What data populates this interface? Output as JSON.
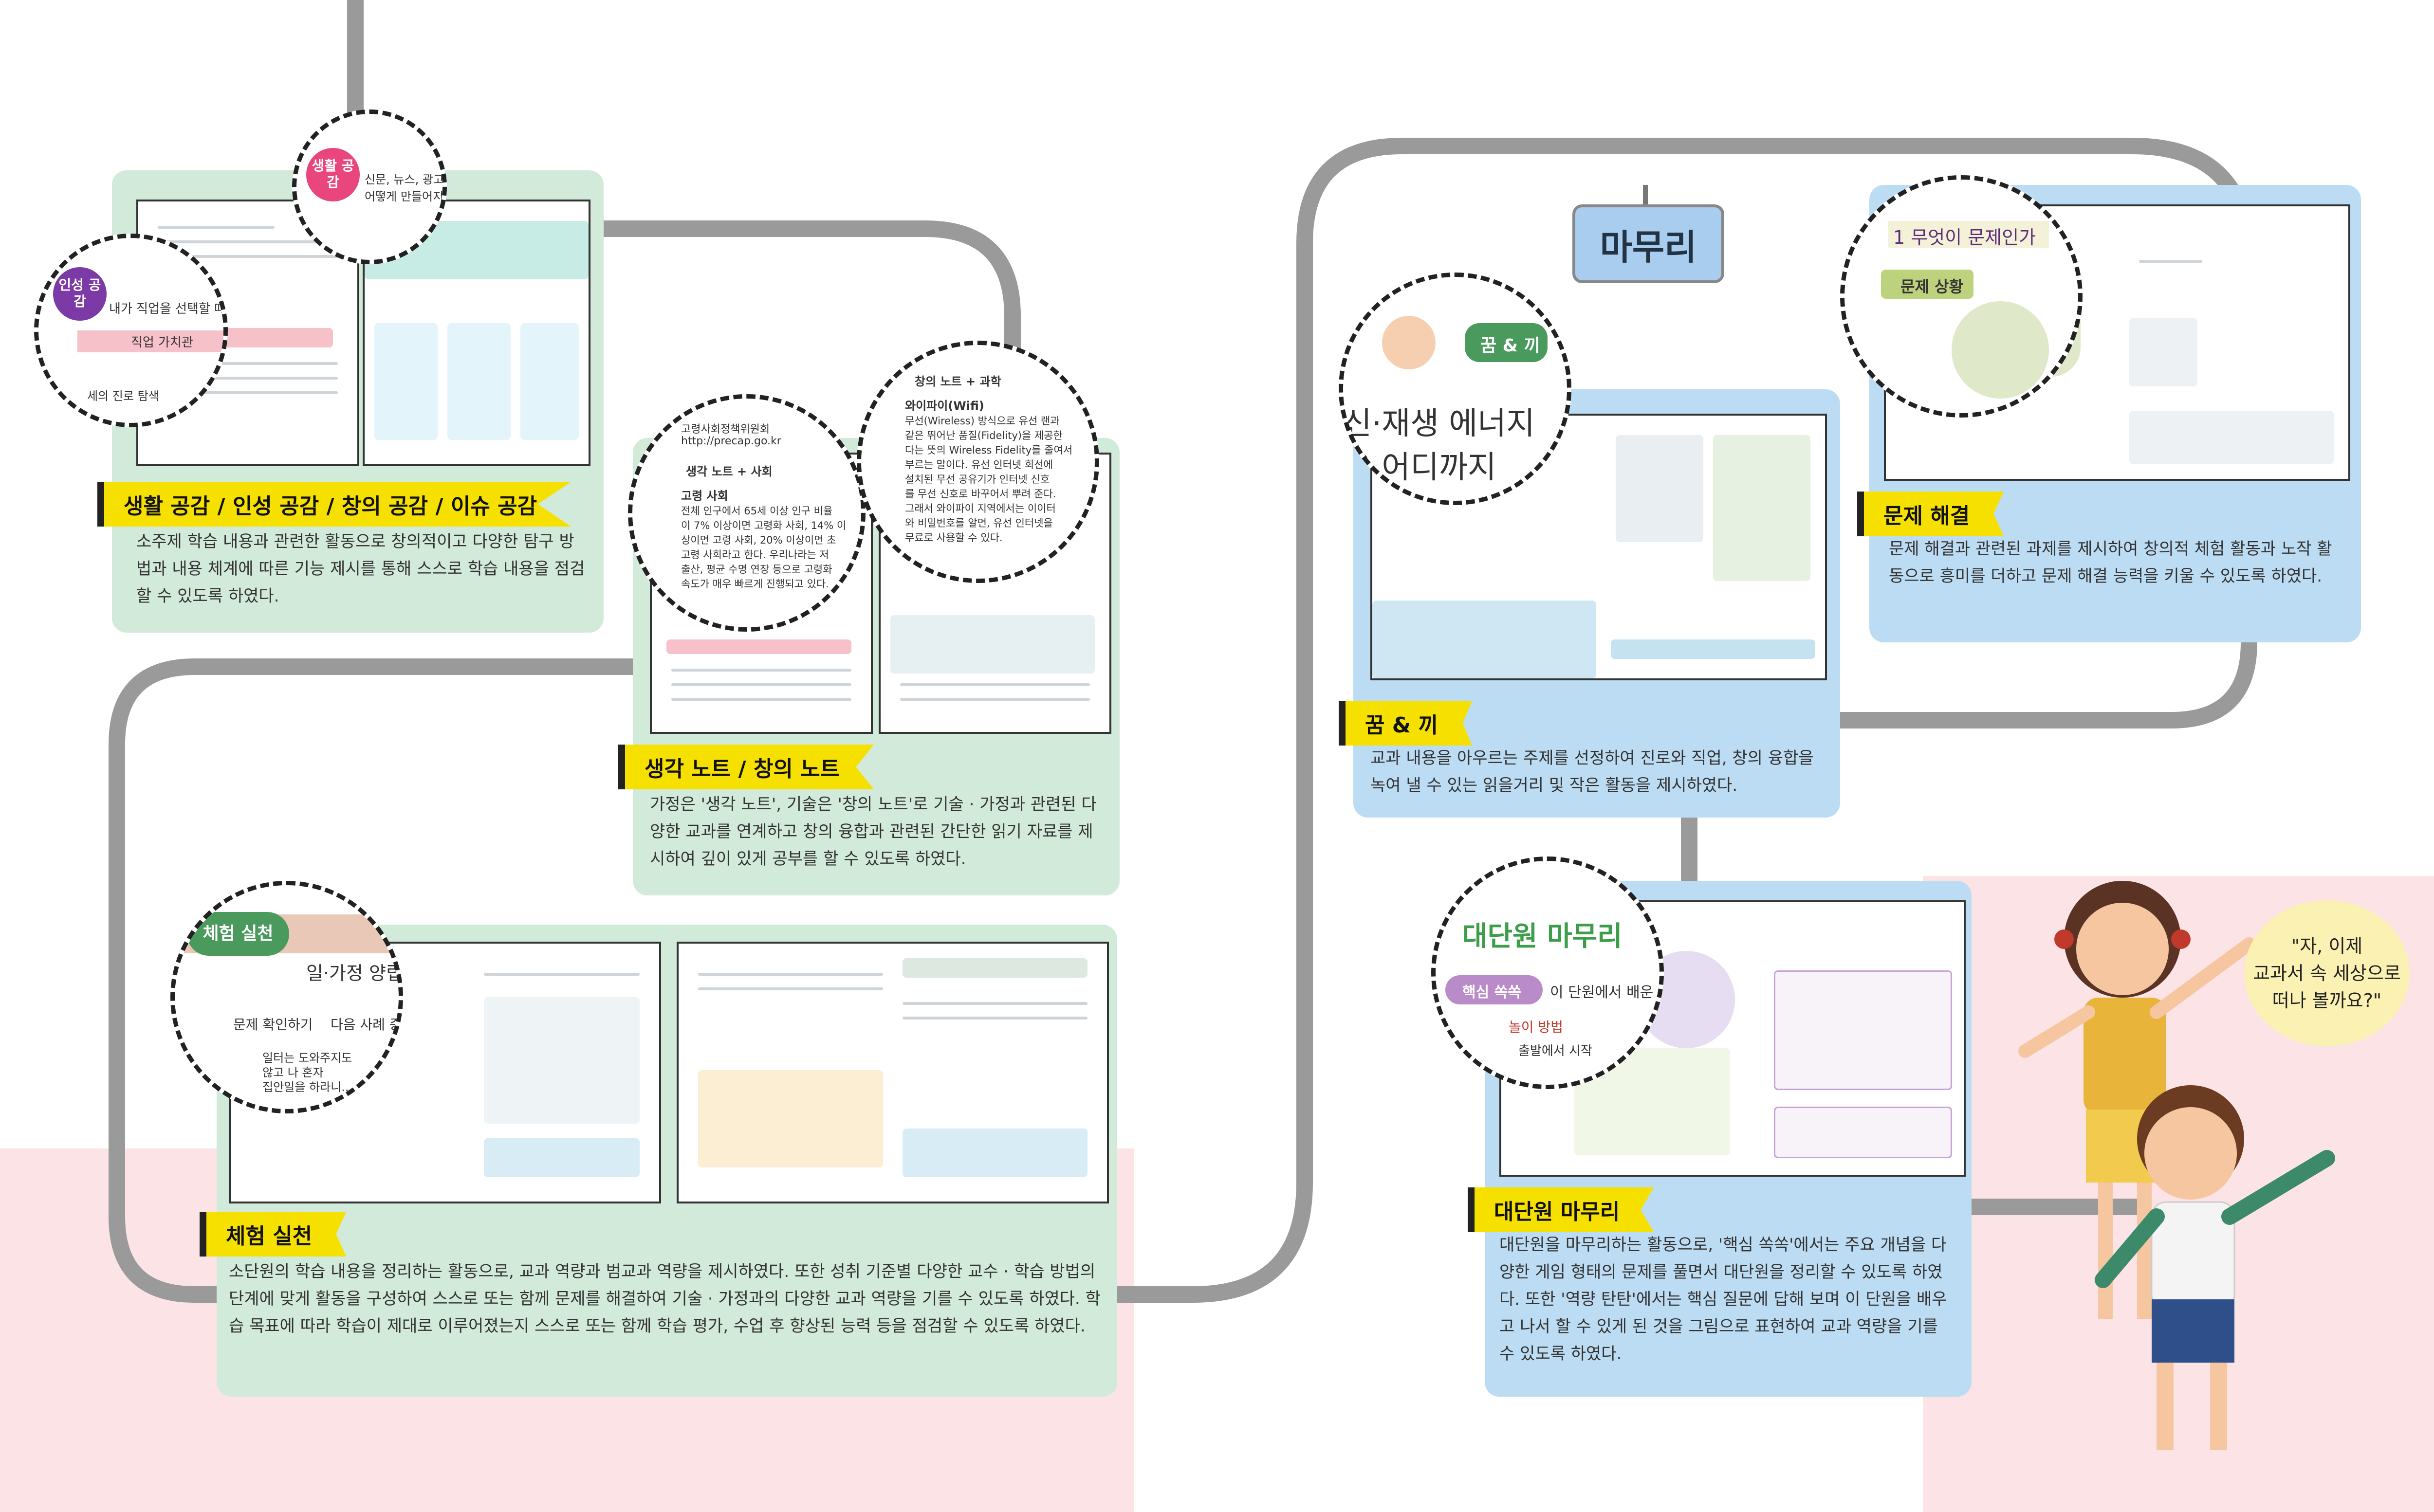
{
  "colors": {
    "green_panel": "#d2ead9",
    "blue_panel": "#bcdcf3",
    "label_yellow": "#f5e000",
    "track": "#9a9a9a",
    "pink_bg": "#fbe3e6"
  },
  "section_title": "마무리",
  "speech_bubble": "\"자, 이제\n교과서 속 세상으로\n떠나 볼까요?\"",
  "sections": {
    "empathy": {
      "label": "생활 공감 / 인성 공감 / 창의 공감 / 이슈 공감",
      "desc": "소주제 학습 내용과 관련한 활동으로 창의적이고 다양한 탐구 방법과 내용 체계에 따른 기능 제시를 통해 스스로 학습 내용을 점검할 수 있도록 하였다.",
      "zoom1_badge": "생활 공감",
      "zoom1_text": [
        "신문, 뉴스, 광고 등 우리",
        "어떻게 만들어지는지 알아"
      ],
      "zoom2_badge": "인성 공감",
      "zoom2_text": [
        "내가 직업을 선택할 때 중요한",
        "직업 가치관",
        "세의 진로 탐색"
      ]
    },
    "notes": {
      "label": "생각 노트 / 창의 노트",
      "desc": "가정은 '생각 노트', 기술은 '창의 노트'로 기술 · 가정과 관련된 다양한 교과를 연계하고 창의 융합과 관련된 간단한 읽기 자료를 제시하여 깊이 있게 공부를 할 수 있도록 하였다.",
      "zoom1_header": "생각 노트 + 사회",
      "zoom1_text": [
        "고령사회정책위원회",
        "http://precap.go.kr",
        "고령 사회",
        "전체 인구에서 65세 이상 인구 비율",
        "이 7% 이상이면 고령화 사회, 14% 이",
        "상이면 고령 사회, 20% 이상이면 초",
        "고령 사회라고 한다. 우리나라는 저",
        "출산, 평균 수명 연장 등으로 고령화",
        "속도가 매우 빠르게 진행되고 있다."
      ],
      "zoom2_header": "창의 노트 + 과학",
      "zoom2_text": [
        "와이파이(Wifi)",
        "무선(Wireless) 방식으로 유선 랜과",
        "같은 뛰어난 품질(Fidelity)을 제공한",
        "다는 뜻의 Wireless Fidelity를 줄여서",
        "부르는 말이다. 유선 인터넷 회선에",
        "설치된 무선 공유기가 인터넷 신호",
        "를 무선 신호로 바꾸어서 뿌려 준다.",
        "그래서 와이파이 지역에서는 이이터",
        "와 비밀번호를 알면, 유선 인터넷을",
        "무료로 사용할 수 있다."
      ]
    },
    "practice": {
      "label": "체험 실천",
      "desc": "소단원의 학습 내용을 정리하는 활동으로, 교과 역량과 범교과 역량을 제시하였다. 또한 성취 기준별 다양한 교수 · 학습 방법의 단계에 맞게 활동을 구성하여 스스로 또는 함께 문제를 해결하여 기술 · 가정과의 다양한 교과 역량을 기를 수 있도록 하였다. 학습 목표에 따라 학습이 제대로 이루어졌는지 스스로 또는 함께 학습 평가, 수업 후 향상된 능력 등을 점검할 수 있도록 하였다.",
      "zoom_badge": "체험 실천",
      "zoom_text": [
        "일·가정 양립",
        "문제 확인하기",
        "다음 사례 중",
        "일터는 도와주지도",
        "않고 나 혼자",
        "집안일을 하라니..."
      ]
    },
    "dream": {
      "label": "꿈 & 끼",
      "desc": "교과 내용을 아우르는 주제를 선정하여 진로와 직업, 창의 융합을 녹여 낼 수 있는 읽을거리 및 작은 활동을 제시하였다.",
      "zoom_badge": "꿈 & 끼",
      "zoom_text": [
        "신·재생 에너지",
        "은 어디까지"
      ]
    },
    "problem": {
      "label": "문제 해결",
      "desc": "문제 해결과 관련된 과제를 제시하여 창의적 체험 활동과 노작 활동으로 흥미를 더하고 문제 해결 능력을 키울 수 있도록 하였다.",
      "zoom_text": [
        "1  무엇이 문제인가",
        "문제 상황"
      ]
    },
    "unit_review": {
      "label": "대단원 마무리",
      "desc": "대단원을 마무리하는 활동으로, '핵심 쏙쏙'에서는 주요 개념을 다양한 게임 형태의 문제를 풀면서 대단원을 정리할 수 있도록 하였다. 또한 '역량 탄탄'에서는 핵심 질문에 답해 보며 이 단원을 배우고 나서 할 수 있게 된 것을 그림으로 표현하여 교과 역량을 기를 수 있도록 하였다.",
      "zoom_title": "대단원 마무리",
      "zoom_text": [
        "핵심 쏙쏙",
        "이 단원에서 배운 내",
        "놀이 방법",
        "출발에서 시작"
      ]
    }
  }
}
